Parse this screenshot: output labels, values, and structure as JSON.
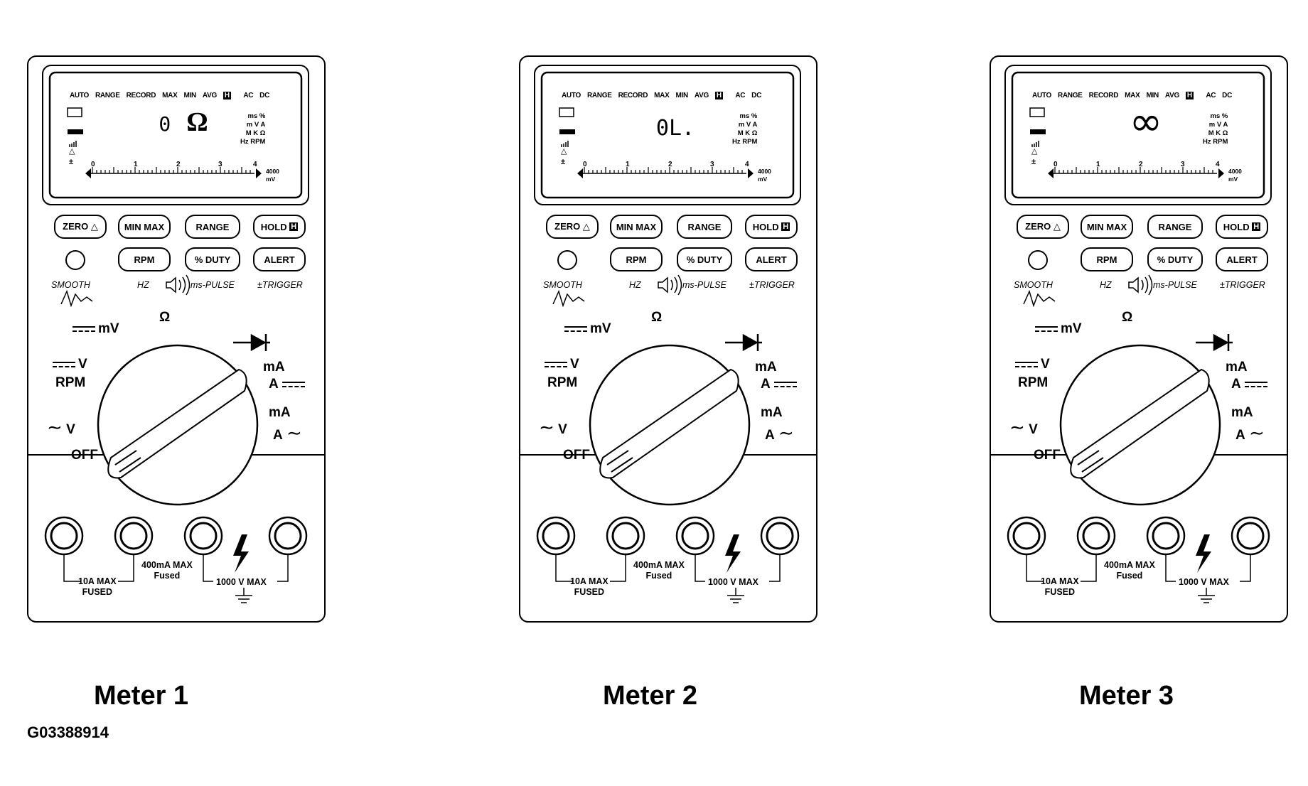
{
  "lcd": {
    "status": [
      "AUTO",
      "RANGE",
      "RECORD",
      "MAX",
      "MIN",
      "AVG"
    ],
    "hold_flag": "H",
    "ac": "AC",
    "dc": "DC",
    "units_line1": "ms  %",
    "units_line2": "m V A",
    "units_line3": "M K Ω",
    "units_line4": "Hz RPM",
    "ticks": [
      "0",
      "1",
      "2",
      "3",
      "4"
    ],
    "range_value": "4000",
    "range_unit": "mV",
    "delta": "△",
    "plusminus": "±"
  },
  "buttons": {
    "zero": "ZERO △",
    "minmax": "MIN MAX",
    "range": "RANGE",
    "hold": "HOLD",
    "hold_box": "H",
    "rpm": "RPM",
    "duty": "% DUTY",
    "alert": "ALERT",
    "smooth": "SMOOTH",
    "hz": "HZ",
    "mspulse": "ms-PULSE",
    "trigger": "±TRIGGER"
  },
  "dial": {
    "mv": "mV",
    "ohm": "Ω",
    "vdc": "V",
    "rpm": "RPM",
    "vac": "V",
    "off": "OFF",
    "ma_dc": "mA",
    "a_dc": "A",
    "ma_ac": "mA",
    "a_ac": "A",
    "tilde": "∼"
  },
  "terminals": {
    "ten_a_line1": "10A MAX",
    "ten_a_line2": "FUSED",
    "ma_line1": "400mA MAX",
    "ma_line2": "Fused",
    "v_max": "1000 V MAX"
  },
  "meters": [
    {
      "caption": "Meter 1",
      "reading_value": "0",
      "reading_unit": "Ω"
    },
    {
      "caption": "Meter 2",
      "reading_value": "0L."
    },
    {
      "caption": "Meter 3",
      "reading_value": "∞"
    }
  ],
  "figure_id": "G03388914"
}
